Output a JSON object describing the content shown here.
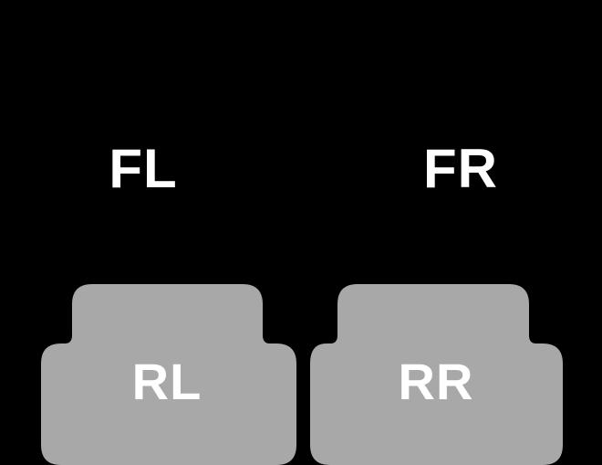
{
  "scene": {
    "background_color": "#000000",
    "mat_color": "#a8a8a8",
    "label_color": "#ffffff"
  },
  "labels": {
    "front_left": "FL",
    "front_right": "FR",
    "rear_left": "RL",
    "rear_right": "RR"
  }
}
